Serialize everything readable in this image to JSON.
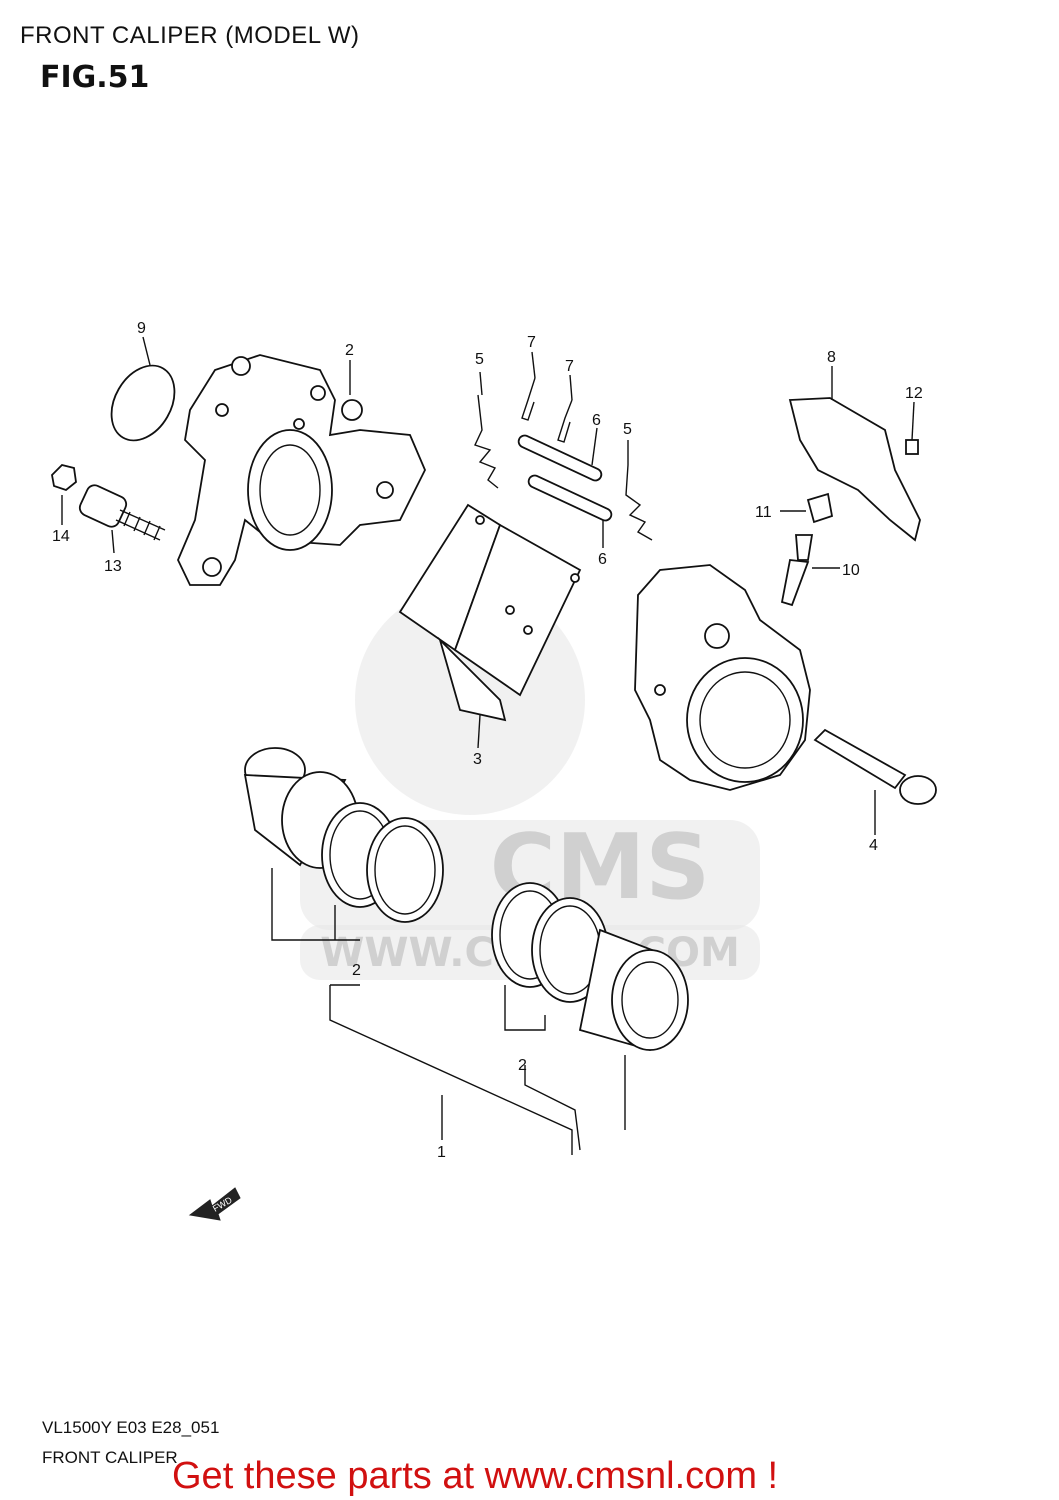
{
  "header": {
    "title": "FRONT CALIPER (MODEL W)",
    "figure": "FIG.51"
  },
  "callouts": [
    {
      "id": "c9",
      "label": "9"
    },
    {
      "id": "c2a",
      "label": "2"
    },
    {
      "id": "c5a",
      "label": "5"
    },
    {
      "id": "c7a",
      "label": "7"
    },
    {
      "id": "c7b",
      "label": "7"
    },
    {
      "id": "c6a",
      "label": "6"
    },
    {
      "id": "c5b",
      "label": "5"
    },
    {
      "id": "c8",
      "label": "8"
    },
    {
      "id": "c12",
      "label": "12"
    },
    {
      "id": "c14",
      "label": "14"
    },
    {
      "id": "c13",
      "label": "13"
    },
    {
      "id": "c6b",
      "label": "6"
    },
    {
      "id": "c11",
      "label": "11"
    },
    {
      "id": "c10",
      "label": "10"
    },
    {
      "id": "c3",
      "label": "3"
    },
    {
      "id": "c4",
      "label": "4"
    },
    {
      "id": "c2b",
      "label": "2"
    },
    {
      "id": "c2c",
      "label": "2"
    },
    {
      "id": "c1",
      "label": "1"
    }
  ],
  "arrow": {
    "label": "FWD"
  },
  "watermark": {
    "brand": "CMS",
    "url": "WWW.CMSNL.COM"
  },
  "footer": {
    "code": "VL1500Y E03 E28_051",
    "name": "FRONT CALIPER",
    "promo": "Get these parts at www.cmsnl.com !"
  }
}
